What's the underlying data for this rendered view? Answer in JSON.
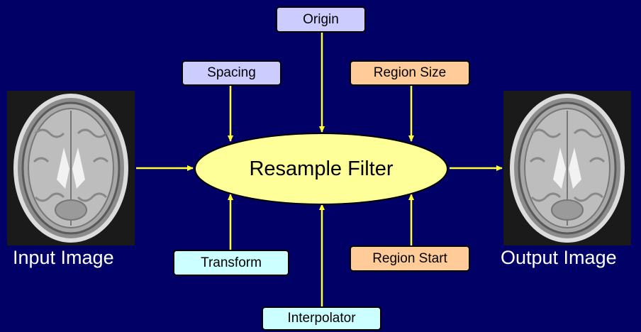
{
  "filter": {
    "label": "Resample Filter"
  },
  "input_image": {
    "caption": "Input Image",
    "icon": "brain-mri-icon"
  },
  "output_image": {
    "caption": "Output Image",
    "icon": "brain-mri-icon"
  },
  "parameters": {
    "origin": "Origin",
    "spacing": "Spacing",
    "region_size": "Region Size",
    "transform": "Transform",
    "region_start": "Region Start",
    "interpolator": "Interpolator"
  },
  "colors": {
    "background": "#000066",
    "filter_fill": "#ffff99",
    "arrow": "#ffff33",
    "geometry_param_fill": "#ccccff",
    "region_param_fill": "#ffcc99",
    "process_param_fill": "#ccffff"
  }
}
